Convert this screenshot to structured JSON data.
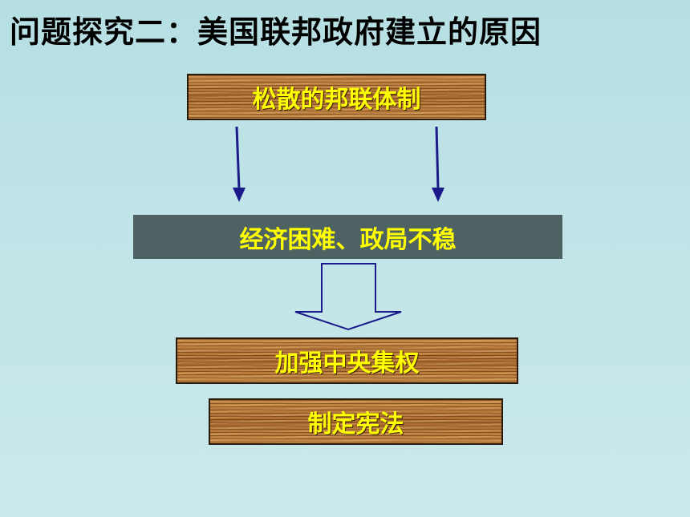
{
  "title": "问题探究二：美国联邦政府建立的原因",
  "boxes": {
    "top": "松散的邦联体制",
    "middle": "经济困难、政局不稳",
    "result1": "加强中央集权",
    "result2": "制定宪法"
  },
  "colors": {
    "background": "#c4e6e9",
    "box_text": "#ffff00",
    "arrow": "#1a1a8a",
    "gray_box": "#4f6263",
    "wood": "#b77a3b"
  }
}
